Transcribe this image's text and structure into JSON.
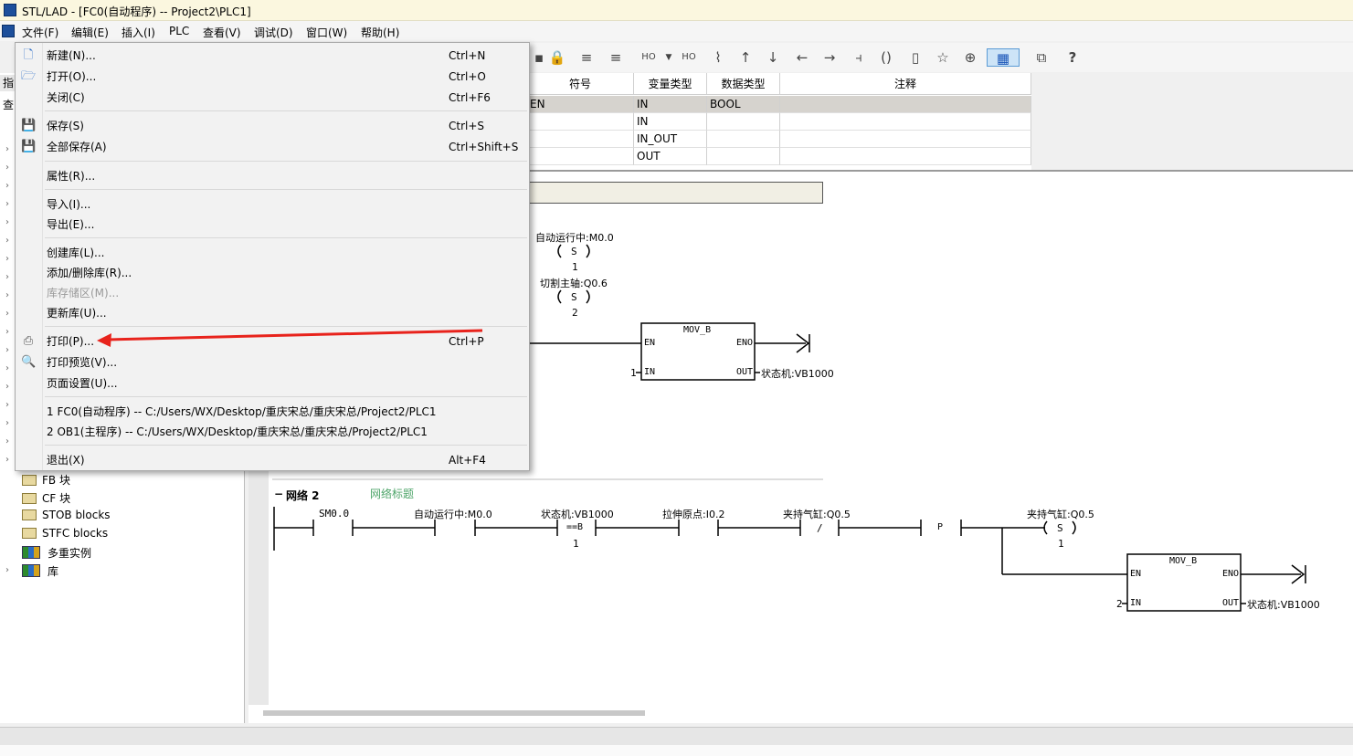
{
  "window": {
    "title": "STL/LAD - [FC0(自动程序) -- Project2\\PLC1]"
  },
  "menubar": {
    "items": [
      "文件(F)",
      "编辑(E)",
      "插入(I)",
      "PLC",
      "查看(V)",
      "调试(D)",
      "窗口(W)",
      "帮助(H)"
    ]
  },
  "file_menu": {
    "items": [
      {
        "label": "新建(N)...",
        "shortcut": "Ctrl+N",
        "icon": "new-file-icon"
      },
      {
        "label": "打开(O)...",
        "shortcut": "Ctrl+O",
        "icon": "open-folder-icon"
      },
      {
        "label": "关闭(C)",
        "shortcut": "Ctrl+F6"
      },
      {
        "label": "保存(S)",
        "shortcut": "Ctrl+S",
        "icon": "save-icon"
      },
      {
        "label": "全部保存(A)",
        "shortcut": "Ctrl+Shift+S",
        "icon": "save-all-icon"
      },
      {
        "label": "属性(R)..."
      },
      {
        "label": "导入(I)..."
      },
      {
        "label": "导出(E)..."
      },
      {
        "label": "创建库(L)..."
      },
      {
        "label": "添加/删除库(R)..."
      },
      {
        "label": "库存储区(M)...",
        "disabled": true
      },
      {
        "label": "更新库(U)..."
      },
      {
        "label": "打印(P)...",
        "shortcut": "Ctrl+P",
        "icon": "printer-icon"
      },
      {
        "label": "打印预览(V)...",
        "icon": "print-preview-icon"
      },
      {
        "label": "页面设置(U)..."
      },
      {
        "label": "1 FC0(自动程序) -- C:/Users/WX/Desktop/重庆宋总/重庆宋总/Project2/PLC1"
      },
      {
        "label": "2 OB1(主程序) -- C:/Users/WX/Desktop/重庆宋总/重庆宋总/Project2/PLC1"
      },
      {
        "label": "退出(X)",
        "shortcut": "Alt+F4"
      }
    ]
  },
  "left_panel": {
    "tabs": [
      "指",
      "查"
    ],
    "tree": [
      "FB 块",
      "CF 块",
      "STOB blocks",
      "STFC blocks",
      "多重实例",
      "库"
    ]
  },
  "var_table": {
    "headers": [
      "符号",
      "变量类型",
      "数据类型",
      "注释"
    ],
    "rows": [
      {
        "symbol": "EN",
        "var_type": "IN",
        "data_type": "BOOL",
        "comment": ""
      },
      {
        "symbol": "",
        "var_type": "IN",
        "data_type": "",
        "comment": ""
      },
      {
        "symbol": "",
        "var_type": "IN_OUT",
        "data_type": "",
        "comment": ""
      },
      {
        "symbol": "",
        "var_type": "OUT",
        "data_type": "",
        "comment": ""
      }
    ]
  },
  "ladder": {
    "network1": {
      "coil1_label": "自动运行中:M0.0",
      "coil1_type": "S",
      "coil1_n": "1",
      "coil2_label": "切割主轴:Q0.6",
      "coil2_type": "S",
      "coil2_n": "2",
      "box_title": "MOV_B",
      "box_en": "EN",
      "box_eno": "ENO",
      "box_in": "IN",
      "box_out": "OUT",
      "box_in_value": "1",
      "box_out_label": "状态机:VB1000"
    },
    "network2": {
      "title": "网络 2",
      "hint": "网络标题",
      "c1": "SM0.0",
      "c2": "自动运行中:M0.0",
      "c3": "状态机:VB1000",
      "c3_op": "==B",
      "c3_n": "1",
      "c4": "拉伸原点:I0.2",
      "c5": "夹持气缸:Q0.5",
      "c5_op": "/",
      "p_contact": "P",
      "coil_label": "夹持气缸:Q0.5",
      "coil_type": "S",
      "coil_n": "1",
      "box_title": "MOV_B",
      "box_en": "EN",
      "box_eno": "ENO",
      "box_in": "IN",
      "box_out": "OUT",
      "box_in_value": "2",
      "box_out_label": "状态机:VB1000"
    }
  },
  "colors": {
    "arrow": "#e8231c",
    "hint": "#4fa56a",
    "selected_row": "#d6d3ce"
  }
}
